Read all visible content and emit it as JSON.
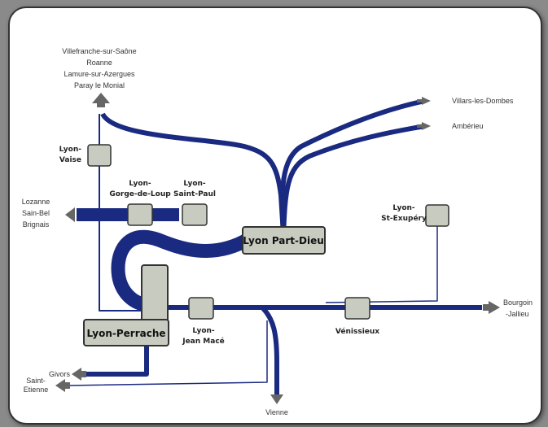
{
  "colors": {
    "track": "#1a2a80",
    "station_fill": "#c8ccc0",
    "station_stroke": "#333333",
    "arrow": "#666666"
  },
  "destinations": {
    "north": [
      "Villefranche-sur-Saône",
      "Roanne",
      "Lamure-sur-Azergues",
      "Paray le Monial"
    ],
    "villars": "Villars-les-Dombes",
    "amberieu": "Ambérieu",
    "west": [
      "Lozanne",
      "Sain-Bel",
      "Brignais"
    ],
    "bourgoin": [
      "Bourgoin",
      "-Jallieu"
    ],
    "givors": "Givors",
    "saint_etienne": [
      "Saint-",
      "Etienne"
    ],
    "vienne": "Vienne"
  },
  "stations": {
    "vaise": [
      "Lyon-",
      "Vaise"
    ],
    "gorge": [
      "Lyon-",
      "Gorge-de-Loup"
    ],
    "saint_paul": [
      "Lyon-",
      "Saint-Paul"
    ],
    "part_dieu": "Lyon Part-Dieu",
    "st_exupery": [
      "Lyon-",
      "St-Exupéry"
    ],
    "perrache": "Lyon-Perrache",
    "jean_mace": [
      "Lyon-",
      "Jean Macé"
    ],
    "venissieux": "Vénissieux"
  },
  "icons": {
    "direction": "arrow-icon"
  }
}
